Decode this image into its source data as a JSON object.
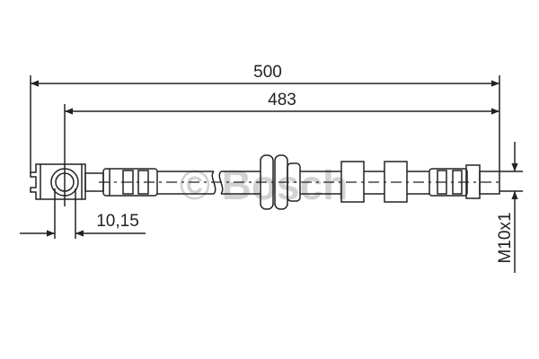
{
  "dimensions": {
    "overall_length": "500",
    "hose_length": "483",
    "eye_offset": "10,15",
    "thread": "M10x1"
  },
  "watermark": "© Bosch",
  "colors": {
    "line": "#222222",
    "watermark": "#c8c8c8"
  }
}
